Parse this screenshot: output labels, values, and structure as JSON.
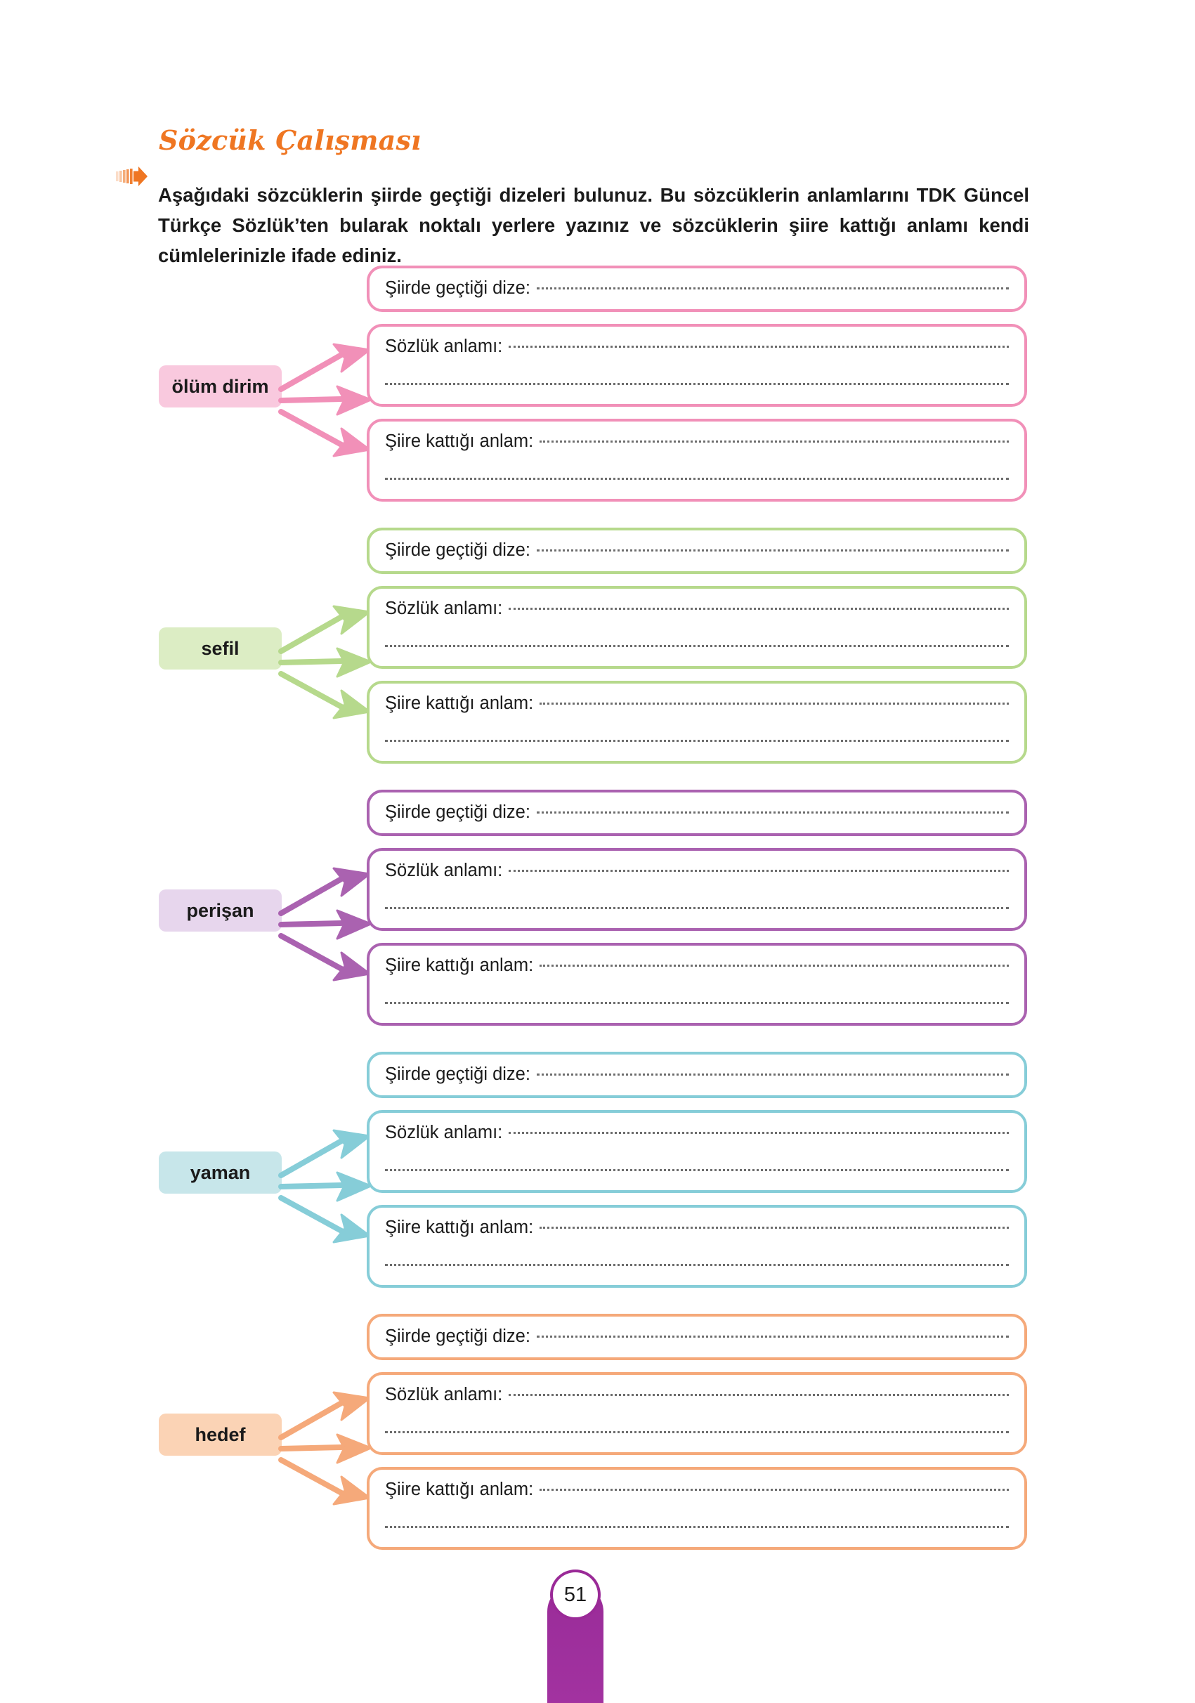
{
  "page": {
    "title": "Sözcük Çalışması",
    "number": "51"
  },
  "instruction": {
    "bullet_icon": "arrow-right-icon",
    "text": "Aşağıdaki sözcüklerin şiirde geçtiği dizeleri bulunuz. Bu sözcüklerin anlamlarını TDK Güncel Türkçe Sözlük’ten bularak noktalı yerlere yazınız ve sözcüklerin şiire kattığı anlamı kendi cümlelerinizle ifade ediniz."
  },
  "field_labels": {
    "line": "Şiirde geçtiği dize:",
    "dictionary": "Sözlük anlamı:",
    "poem_meaning": "Şiire kattığı anlam:"
  },
  "colors": {
    "title": "#ef7622",
    "bullet": "#ef7622",
    "pink_fill": "#f9c9de",
    "pink_stroke": "#f190b8",
    "green_fill": "#dcedc4",
    "green_stroke": "#b6d98c",
    "purple_fill": "#e7d6ed",
    "purple_stroke": "#aa62b0",
    "blue_fill": "#c7e6ea",
    "blue_stroke": "#86cdd8",
    "orange_fill": "#fbd3b5",
    "orange_stroke": "#f5a97a",
    "footer_bar": "#9a2a97",
    "dotted_line": "#6d6d6d"
  },
  "groups": [
    {
      "word": "ölüm dirim",
      "fill": "#f9c9de",
      "stroke": "#f190b8",
      "fields": [
        {
          "label": "Şiirde geçtiği dize:",
          "lines": 1
        },
        {
          "label": "Sözlük anlamı:",
          "lines": 2
        },
        {
          "label": "Şiire kattığı anlam:",
          "lines": 2
        }
      ]
    },
    {
      "word": "sefil",
      "fill": "#dcedc4",
      "stroke": "#b6d98c",
      "fields": [
        {
          "label": "Şiirde geçtiği dize:",
          "lines": 1
        },
        {
          "label": "Sözlük anlamı:",
          "lines": 2
        },
        {
          "label": "Şiire kattığı anlam:",
          "lines": 2
        }
      ]
    },
    {
      "word": "perişan",
      "fill": "#e7d6ed",
      "stroke": "#aa62b0",
      "fields": [
        {
          "label": "Şiirde geçtiği dize:",
          "lines": 1
        },
        {
          "label": "Sözlük anlamı:",
          "lines": 2
        },
        {
          "label": "Şiire kattığı anlam:",
          "lines": 2
        }
      ]
    },
    {
      "word": "yaman",
      "fill": "#c7e6ea",
      "stroke": "#86cdd8",
      "fields": [
        {
          "label": "Şiirde geçtiği dize:",
          "lines": 1
        },
        {
          "label": "Sözlük anlamı:",
          "lines": 2
        },
        {
          "label": "Şiire kattığı anlam:",
          "lines": 2
        }
      ]
    },
    {
      "word": "hedef",
      "fill": "#fbd3b5",
      "stroke": "#f5a97a",
      "fields": [
        {
          "label": "Şiirde geçtiği dize:",
          "lines": 1
        },
        {
          "label": "Sözlük anlamı:",
          "lines": 2
        },
        {
          "label": "Şiire kattığı anlam:",
          "lines": 2
        }
      ]
    }
  ]
}
